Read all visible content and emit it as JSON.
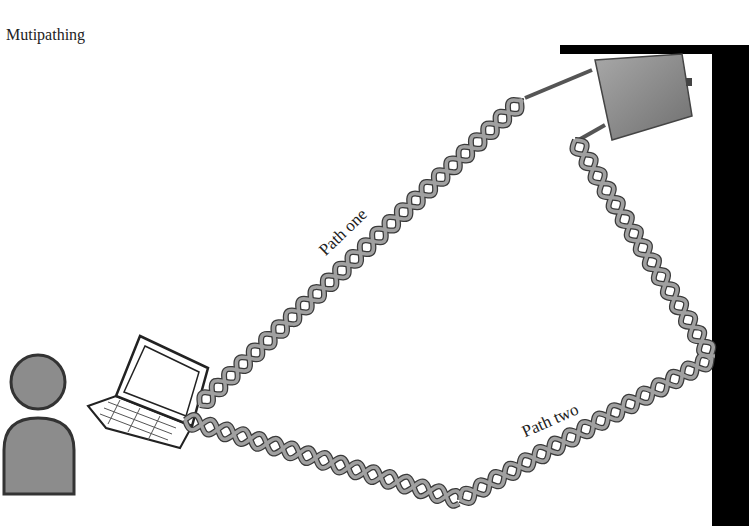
{
  "diagram": {
    "title": "Mutipathing",
    "labels": [
      "Path one",
      "Path two"
    ]
  }
}
